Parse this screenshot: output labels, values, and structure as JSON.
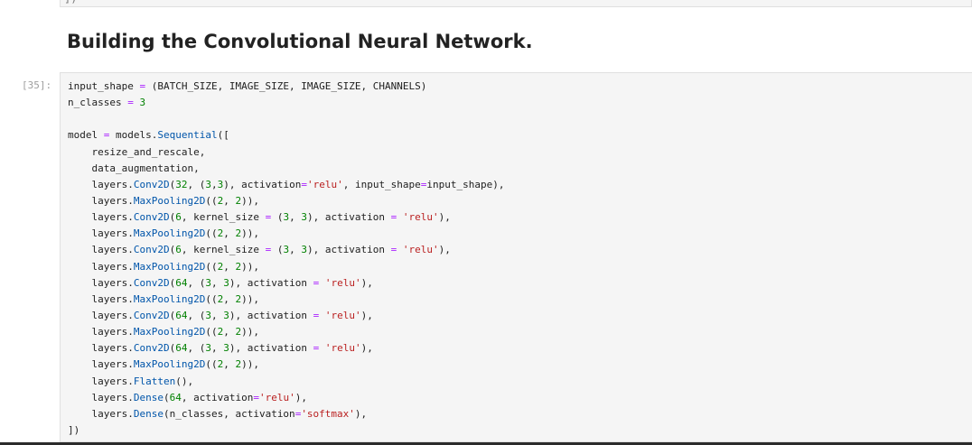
{
  "previous_cell": {
    "tail_text": "])"
  },
  "heading": "Building the Convolutional Neural Network.",
  "code_cell": {
    "prompt": "[35]:",
    "lines": [
      "input_shape = (BATCH_SIZE, IMAGE_SIZE, IMAGE_SIZE, CHANNELS)",
      "n_classes = 3",
      "",
      "model = models.Sequential([",
      "    resize_and_rescale,",
      "    data_augmentation,",
      "    layers.Conv2D(32, (3,3), activation='relu', input_shape=input_shape),",
      "    layers.MaxPooling2D((2, 2)),",
      "    layers.Conv2D(6, kernel_size = (3, 3), activation = 'relu'),",
      "    layers.MaxPooling2D((2, 2)),",
      "    layers.Conv2D(6, kernel_size = (3, 3), activation = 'relu'),",
      "    layers.MaxPooling2D((2, 2)),",
      "    layers.Conv2D(64, (3, 3), activation = 'relu'),",
      "    layers.MaxPooling2D((2, 2)),",
      "    layers.Conv2D(64, (3, 3), activation = 'relu'),",
      "    layers.MaxPooling2D((2, 2)),",
      "    layers.Conv2D(64, (3, 3), activation = 'relu'),",
      "    layers.MaxPooling2D((2, 2)),",
      "    layers.Flatten(),",
      "    layers.Dense(64, activation='relu'),",
      "    layers.Dense(n_classes, activation='softmax'),",
      "])"
    ]
  },
  "colors": {
    "cell_background": "#f5f5f5",
    "cell_border": "#e0e0e0",
    "prompt": "#9e9e9e",
    "code_default": "#212121",
    "code_function": "#0055aa",
    "code_number": "#008000",
    "code_string": "#ba2121",
    "code_operator": "#aa22ff"
  }
}
